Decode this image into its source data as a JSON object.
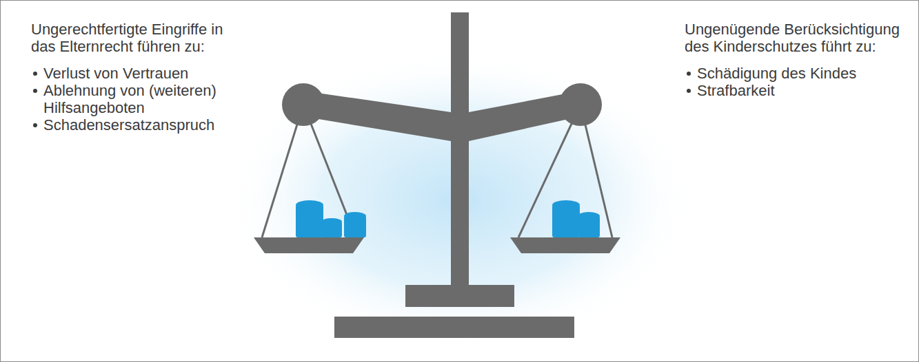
{
  "diagram": {
    "labels": [
      "Ungerechtfertigte Eingriffe in das Elternrecht führen zu:",
      "Verlust von Vertrauen",
      "Ablehnung von (weiteren) Hilfsangeboten",
      "Schadensersatzanspruch",
      "Ungenügende Berücksichtigung des Kinderschutzes führt zu:",
      "Schädigung des Kindes",
      "Strafbarkeit"
    ]
  }
}
